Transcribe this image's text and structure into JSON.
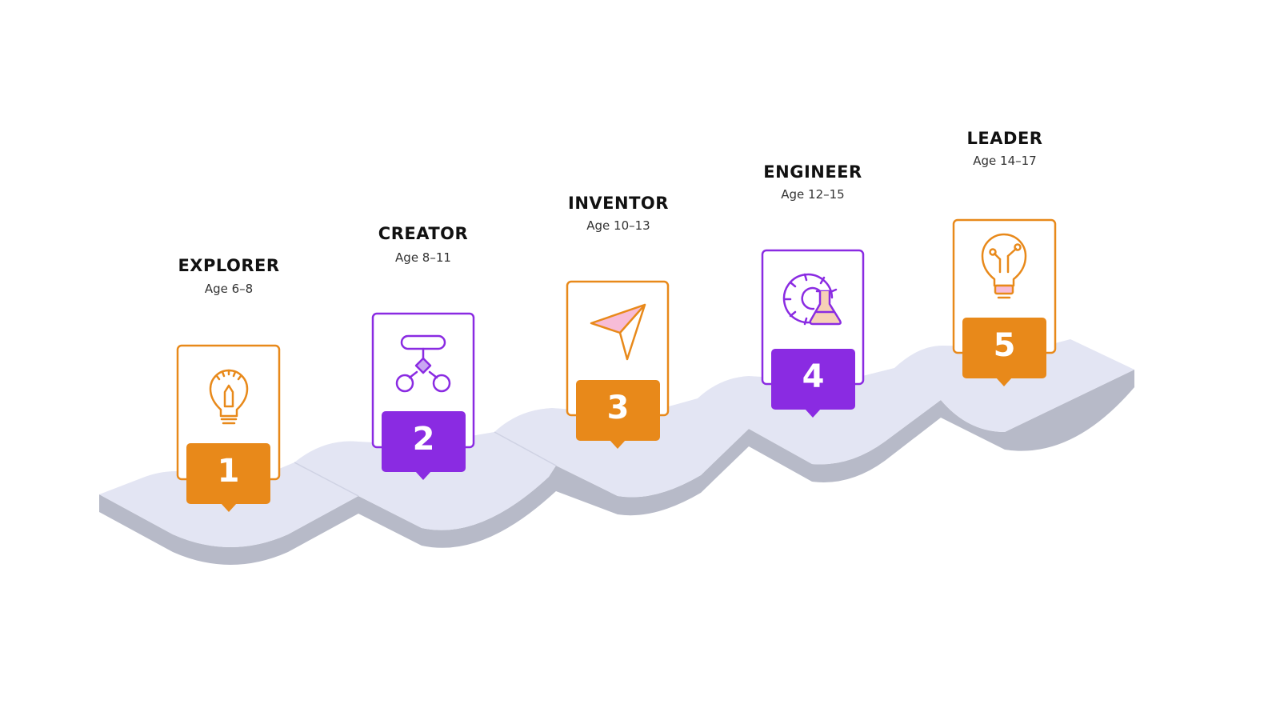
{
  "colors": {
    "orange": "#E8891A",
    "purple": "#8A2BE2",
    "pink": "#F7BCD7",
    "peach": "#F6D1B6",
    "road_top": "#E3E5F3",
    "road_side": "#B7BAC8"
  },
  "steps": [
    {
      "number": "1",
      "title": "EXPLORER",
      "age": "Age 6–8",
      "color": "#E8891A",
      "icon": "lightbulb-pencil-icon"
    },
    {
      "number": "2",
      "title": "CREATOR",
      "age": "Age 8–11",
      "color": "#8A2BE2",
      "icon": "flowchart-icon"
    },
    {
      "number": "3",
      "title": "INVENTOR",
      "age": "Age 10–13",
      "color": "#E8891A",
      "icon": "paper-plane-icon"
    },
    {
      "number": "4",
      "title": "ENGINEER",
      "age": "Age 12–15",
      "color": "#8A2BE2",
      "icon": "gear-flask-icon"
    },
    {
      "number": "5",
      "title": "LEADER",
      "age": "Age 14–17",
      "color": "#E8891A",
      "icon": "lightbulb-circuit-icon"
    }
  ]
}
